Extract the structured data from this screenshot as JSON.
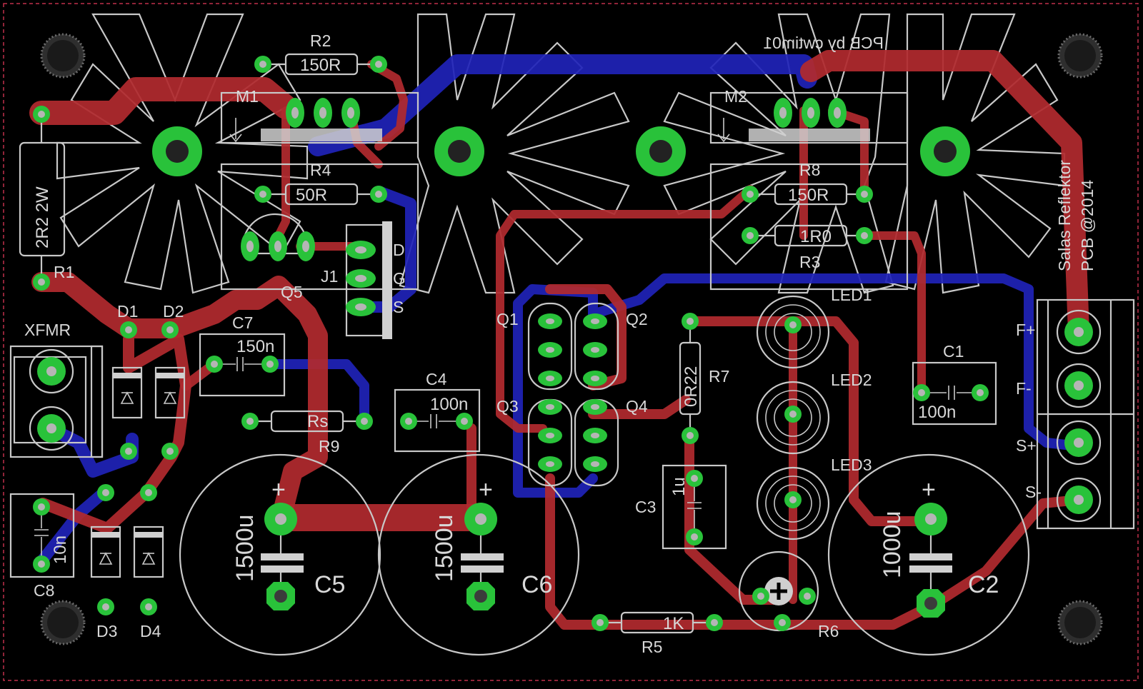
{
  "board": {
    "credit_mirrored": "PCB by cwtim01",
    "brand_line1": "Salas Reflektor",
    "brand_line2": "PCB @2014",
    "colors": {
      "top_layer": "#b02a2e",
      "bottom_layer": "#1f23b8",
      "pads": "#29c23a",
      "silkscreen": "#c8c8c8",
      "background": "#000000"
    }
  },
  "labels": {
    "R2": "R2",
    "R2v": "150R",
    "M1": "M1",
    "M2": "M2",
    "R4": "R4",
    "R4v": "50R",
    "R1": "R1",
    "R1v": "2R2 2W",
    "Q5": "Q5",
    "J1": "J1",
    "J1D": "D",
    "J1G": "G",
    "J1S": "S",
    "D1": "D1",
    "D2": "D2",
    "D3": "D3",
    "D4": "D4",
    "XFMR": "XFMR",
    "C7": "C7",
    "C7v": "150n",
    "Rs": "Rs",
    "R9": "R9",
    "C4": "C4",
    "C4v": "100n",
    "C8": "C8",
    "C8v": "10n",
    "C5": "C5",
    "C5v": "1500u",
    "C6": "C6",
    "C6v": "1500u",
    "Q1": "Q1",
    "Q2": "Q2",
    "Q3": "Q3",
    "Q4": "Q4",
    "R8": "R8",
    "R8v": "150R",
    "R3": "R3",
    "R3v": "1R0",
    "R7": "R7",
    "R7v": "0R22",
    "LED1": "LED1",
    "LED2": "LED2",
    "LED3": "LED3",
    "C1": "C1",
    "C1v": "100n",
    "C3": "C3",
    "C3v": "1u",
    "C2": "C2",
    "C2v": "1000u",
    "R5": "R5",
    "R5v": "1K",
    "R6": "R6",
    "Fp": "F+",
    "Fm": "F-",
    "Sp": "S+",
    "Sm": "S-",
    "plus": "+"
  }
}
